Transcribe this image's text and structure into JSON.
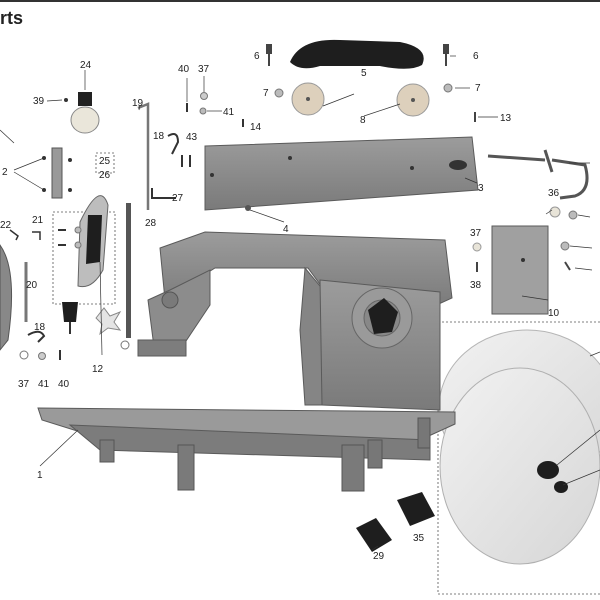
{
  "header": {
    "title": "rts"
  },
  "colors": {
    "body": "#8f8f8f",
    "body_dark": "#6e6e6e",
    "body_light": "#a8a8a8",
    "rubber": "#1e1e1e",
    "disc": "#e8e8e8",
    "leader": "#333333"
  },
  "callouts": [
    "24",
    "39",
    "40",
    "37",
    "41",
    "14",
    "19",
    "6",
    "5",
    "6",
    "7",
    "8",
    "7",
    "13",
    "18",
    "43",
    "3",
    "25",
    "26",
    "27",
    "28",
    "4",
    "2",
    "22",
    "21",
    "36",
    "37",
    "20",
    "38",
    "10",
    "18",
    "12",
    "37",
    "41",
    "40",
    "1",
    "29",
    "35"
  ]
}
